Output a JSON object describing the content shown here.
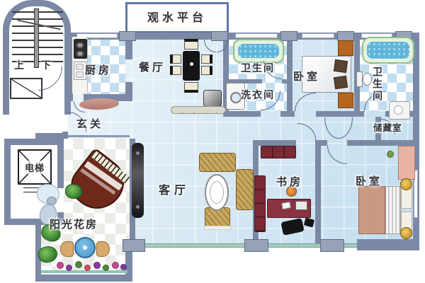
{
  "floorplan": {
    "platform": "观水平台",
    "stairs": {
      "up": "上",
      "down": "下"
    },
    "elevator": "电梯",
    "rooms": {
      "kitchen": "厨房",
      "dining": "餐厅",
      "bath_top": "卫生间",
      "laundry": "洗衣间",
      "bedroom_top": "卧室",
      "bath_right": "卫生间",
      "storage": "储藏室",
      "entry": "玄关",
      "living": "客厅",
      "study": "书房",
      "bedroom_right": "卧室",
      "sunroom": "阳光花房"
    },
    "colors": {
      "wall": "#7b89a4",
      "pillar": "#97a2b8",
      "floor_blue": "#d5e8f3",
      "tile_blue": "#c2ddef",
      "tile_gray": "#ebebe7",
      "window_green": "#a5cdbb",
      "tub_rim_green": "#90bd8c",
      "water_blue": "#5fb6da",
      "piano_brown": "#6e2b1c",
      "sofa_tan": "#c9a95f",
      "study_red": "#7a2a35",
      "nightstand_orange": "#b5651d"
    }
  }
}
